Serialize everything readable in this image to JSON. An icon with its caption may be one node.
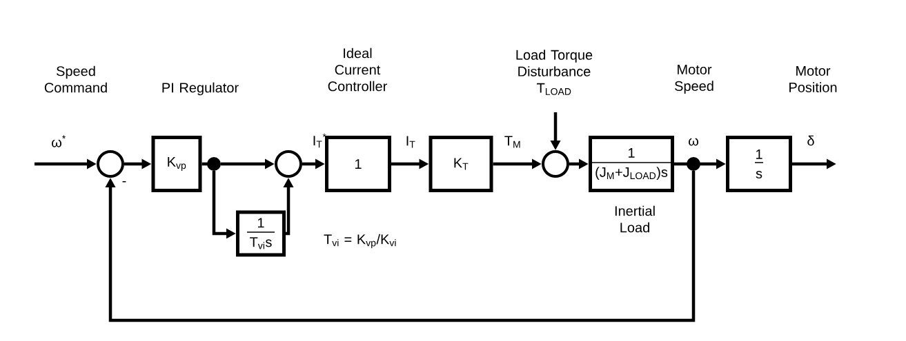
{
  "diagram": {
    "nodes": [
      {
        "text": [],
        "shape": "circle"
      },
      {
        "text": [
          "K$_{vp}$"
        ]
      },
      {
        "text": [],
        "shape": "circle"
      },
      {
        "text": [],
        "shape": "circle"
      },
      {
        "text": [
          "1",
          "T$_{vi}$s"
        ]
      },
      {
        "text": [
          "1"
        ]
      },
      {
        "text": [
          "K$_{T}$"
        ]
      },
      {
        "text": [],
        "shape": "circle"
      },
      {
        "text": [
          "1",
          "(J$_{M}$+J$_{LOAD}$)s"
        ],
        "beside": [
          "Inertial Load"
        ]
      },
      {
        "text": [],
        "shape": "circle"
      },
      {
        "text": [
          "1",
          "s"
        ]
      }
    ],
    "edges": [
      {
        "from": null,
        "to": 0,
        "arrow": "to",
        "label": "ω$^{*}$"
      },
      {
        "from": 0,
        "to": 1,
        "arrow": "to"
      },
      {
        "from": 1,
        "to": 2,
        "arrow": "none"
      },
      {
        "from": 2,
        "to": 3,
        "arrow": "to"
      },
      {
        "from": 2,
        "to": 4,
        "arrow": "to"
      },
      {
        "from": 4,
        "to": 3,
        "arrow": "to"
      },
      {
        "from": 3,
        "to": 5,
        "arrow": "to",
        "label": "I$_{T}$$^{*}$"
      },
      {
        "from": 5,
        "to": 6,
        "arrow": "to",
        "label": "I$_{T}$"
      },
      {
        "from": 6,
        "to": 7,
        "arrow": "to",
        "label": "T$_{M}$"
      },
      {
        "from": null,
        "to": 7,
        "arrow": "to",
        "label": "Load Torque Disturbance T$_{LOAD}$"
      },
      {
        "from": 7,
        "to": 8,
        "arrow": "to"
      },
      {
        "from": 8,
        "to": 9,
        "arrow": "none"
      },
      {
        "from": 9,
        "to": 10,
        "arrow": "to",
        "label": "ω"
      },
      {
        "from": 10,
        "to": null,
        "arrow": "to",
        "label": "δ"
      },
      {
        "from": 9,
        "to": 0,
        "arrow": "to"
      }
    ],
    "labels": [
      "Speed Command",
      "PI Regulator",
      "Ideal Current Controller",
      "Motor Speed",
      "Motor Position",
      "-",
      "T$_{vi}$ = K$_{vp}$/K$_{vi}$"
    ]
  }
}
